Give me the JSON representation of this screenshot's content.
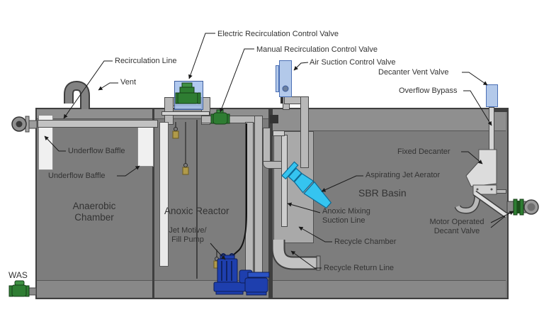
{
  "colors": {
    "tank_interior": "#7d7d7d",
    "tank_wall": "#8f8f8f",
    "tank_floor": "#888888",
    "tank_outline": "#3f3f3f",
    "pipe": "#b8b8b8",
    "pipe_outline": "#4a4a4a",
    "baffle": "#f0f0f0",
    "recycle_chamber": "#a9a9a9",
    "panel_blue": "#b3c9ea",
    "panel_blue_border": "#4a6fb5",
    "valve_green": "#2e7d32",
    "valve_green_light": "#3f9143",
    "valve_green_dark": "#1c4f1c",
    "aerator_cyan": "#35c4f0",
    "aerator_outline": "#0d6a94",
    "pump_blue": "#1e3fae",
    "pump_blue_dark": "#0e1e56",
    "float_gold": "#b09a4a",
    "label_text": "#333333",
    "leader_line": "#1a1a1a"
  },
  "labels": {
    "electric_recirc_valve": "Electric Recirculation Control Valve",
    "manual_recirc_valve": "Manual Recirculation Control Valve",
    "air_suction_valve": "Air Suction Control Valve",
    "decanter_vent_valve": "Decanter Vent Valve",
    "overflow_bypass": "Overflow Bypass",
    "recirculation_line": "Recirculation Line",
    "vent": "Vent",
    "underflow_baffle_1": "Underflow Baffle",
    "underflow_baffle_2": "Underflow Baffle",
    "anaerobic_chamber": "Anaerobic\nChamber",
    "anoxic_reactor": "Anoxic Reactor",
    "jet_motive_fill_pump": "Jet Motive/\nFill Pump",
    "was": "WAS",
    "aspirating_jet_aerator": "Aspirating Jet Aerator",
    "sbr_basin": "SBR Basin",
    "anoxic_mixing_suction_line": "Anoxic Mixing\nSuction Line",
    "recycle_chamber_label": "Recycle Chamber",
    "recycle_return_line": "Recycle Return Line",
    "fixed_decanter": "Fixed Decanter",
    "motor_operated_decant_valve": "Motor Operated\nDecant Valve"
  }
}
